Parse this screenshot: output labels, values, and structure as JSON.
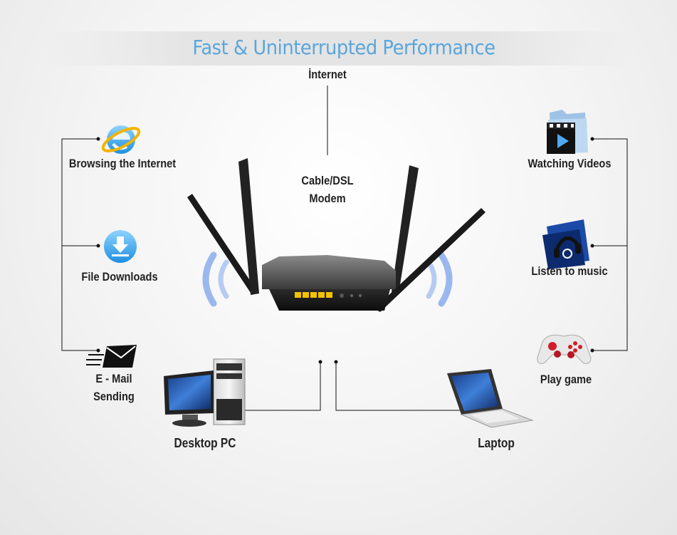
{
  "title": "Fast & Uninterrupted Performance",
  "internet_label": "İnternet",
  "modem_label_line1": "Cable/DSL",
  "modem_label_line2": "Modem",
  "left_items": [
    {
      "label": "Browsing the Internet",
      "icon": "browser-icon"
    },
    {
      "label": "File Downloads",
      "icon": "download-icon"
    },
    {
      "label_line1": "E - Mail",
      "label_line2": "Sending",
      "icon": "email-icon"
    }
  ],
  "right_items": [
    {
      "label": "Watching Videos",
      "icon": "video-folder-icon"
    },
    {
      "label": "Listen to music",
      "icon": "music-icon"
    },
    {
      "label": "Play game",
      "icon": "gamepad-icon"
    }
  ],
  "bottom_items": [
    {
      "label": "Desktop PC",
      "icon": "desktop-pc-icon"
    },
    {
      "label": "Laptop",
      "icon": "laptop-icon"
    }
  ],
  "colors": {
    "title": "#5aa6dc",
    "signal": "#7aa2e8",
    "router_port": "#f2c200",
    "connector": "#111111"
  }
}
